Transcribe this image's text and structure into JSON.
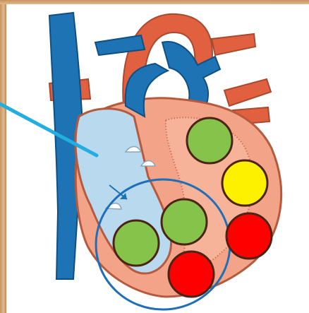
{
  "scene": {
    "subject": "heart-diagram",
    "colors": {
      "background": "#ffffff",
      "frame": "#d9a978",
      "vessel_blue": "#1e73b4",
      "vessel_red": "#e0603f",
      "chamber_light_blue": "#b9d9ee",
      "chamber_salmon": "#f3a488",
      "chamber_outline": "#b65a3d",
      "pointer_line": "#22aee0",
      "selection_ring": "#1f6fb8"
    }
  },
  "tokens": [
    {
      "id": "token-green-1",
      "color": "#86c34a",
      "label": "green"
    },
    {
      "id": "token-yellow-1",
      "color": "#fdf100",
      "label": "yellow"
    },
    {
      "id": "token-red-1",
      "color": "#ff0000",
      "label": "red"
    },
    {
      "id": "token-green-2",
      "color": "#86c34a",
      "label": "green"
    },
    {
      "id": "token-green-3",
      "color": "#86c34a",
      "label": "green"
    },
    {
      "id": "token-red-2",
      "color": "#ff0000",
      "label": "red"
    }
  ]
}
